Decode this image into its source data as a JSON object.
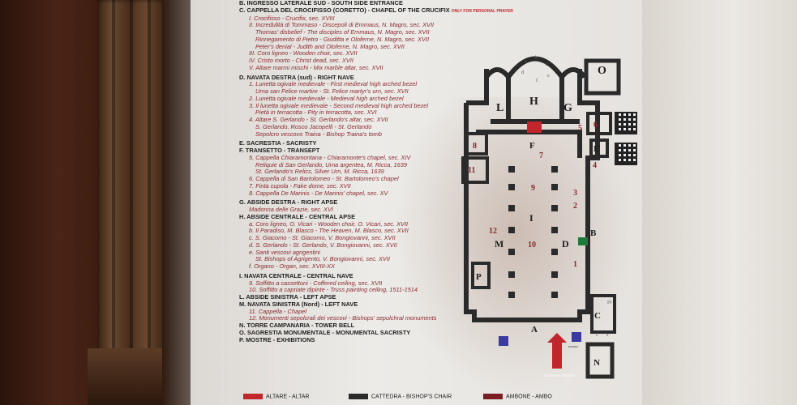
{
  "legend": [
    {
      "t": "h",
      "text": "B. INGRESSO LATERALE SUD  -  SOUTH SIDE ENTRANCE"
    },
    {
      "t": "h",
      "text": "C. CAPPELLA DEL CROCIFISSO  (CORETTO)  -  CHAPEL OF THE CRUCIFIX",
      "tag": "ONLY FOR PERSONAL PRAYER"
    },
    {
      "t": "s",
      "text": "I. Crocifisso - Crucifix, sec. XVIII"
    },
    {
      "t": "s",
      "text": "II. Incredulità di Tommaso - Discepoli di Emmaus, N. Magro, sec. XVII"
    },
    {
      "t": "s2",
      "text": "Thomas' disbelief - The disciples of Emmaus, N. Magro, sec. XVII"
    },
    {
      "t": "s2",
      "text": "Rinnegamento di Pietro - Giuditta e Oloferne, N. Magro, sec. XVII"
    },
    {
      "t": "s2",
      "text": "Peter's denial - Judith and Oloferne, N. Magro, sec. XVII"
    },
    {
      "t": "s",
      "text": "III. Coro ligneo - Wooden choir, sec. XVII"
    },
    {
      "t": "s",
      "text": "IV. Cristo morto - Christ dead, sec. XVII"
    },
    {
      "t": "s",
      "text": "V. Altare marmi mischi - Mix marble altar, sec. XVII"
    },
    {
      "t": "gap"
    },
    {
      "t": "h",
      "text": "D. NAVATA DESTRA (sud) - RIGHT NAVE"
    },
    {
      "t": "s",
      "text": "1. Lunetta ogivale medievale - First medieval high arched bezel"
    },
    {
      "t": "s2",
      "text": "Urna san Felice martire -  St. Felice martyr's urn, sec. XVII"
    },
    {
      "t": "s",
      "text": "2. Lunetta ogivale medievale - Medieval high arched bezel"
    },
    {
      "t": "s",
      "text": "3. Il lunetta ogivale medievale - Second medieval high arched bezel"
    },
    {
      "t": "s2",
      "text": "Pietà in terracotta - Pity in terracotta, sec. XVI"
    },
    {
      "t": "s",
      "text": "4. Altare S. Gerlando - St. Gerlando's altar, sec. XVII"
    },
    {
      "t": "s2",
      "text": "S. Gerlando, Rosco Jacopelli - St. Gerlando"
    },
    {
      "t": "s2",
      "text": "Sepolcro vescovo Traina - Bishop Traina's tomb"
    },
    {
      "t": "gap"
    },
    {
      "t": "h",
      "text": "E. SACRESTIA - SACRISTY"
    },
    {
      "t": "h",
      "text": "F. TRANSETTO - TRANSEPT"
    },
    {
      "t": "s",
      "text": "5. Cappella Chiaramontana - Chiaramonte's chapel, sec. XIV"
    },
    {
      "t": "s2",
      "text": "Reliquie di San Gerlando, Urna argentea, M. Ricca, 1639"
    },
    {
      "t": "s2",
      "text": "St. Gerlando's Relics, Silver Urn, M. Ricca, 1639"
    },
    {
      "t": "s",
      "text": "6. Cappella di San Bartolomeo - St. Bartolomeo's chapel"
    },
    {
      "t": "s",
      "text": "7. Finta cupola - Fake dome, sec. XVII"
    },
    {
      "t": "s",
      "text": "8. Cappella De Marinis - De Marinis' chapel, sec. XV"
    },
    {
      "t": "gap"
    },
    {
      "t": "h",
      "text": "G. ABSIDE DESTRA - RIGHT APSE"
    },
    {
      "t": "s",
      "text": "Madonna delle Grazie, sec. XVI"
    },
    {
      "t": "h",
      "text": "H. ABSIDE CENTRALE - CENTRAL APSE"
    },
    {
      "t": "s",
      "text": "a. Coro ligneo, O. Vicari - Wooden choir, O. Vicari, sec. XVII"
    },
    {
      "t": "s",
      "text": "b. Il Paradiso, M. Blasco - The Heaven, M. Blasco, sec. XVII"
    },
    {
      "t": "s",
      "text": "c. S. Giacomo - St. Giacomo, V. Bongiovanni, sec. XVII"
    },
    {
      "t": "s",
      "text": "d. S. Gerlando - St. Gerlando, V. Bongiovanni, sec. XVII"
    },
    {
      "t": "s",
      "text": "e. Santi vescovi agrigentini"
    },
    {
      "t": "s2",
      "text": "St. Bishops of Agrigento, V. Bongiovanni, sec. XVII"
    },
    {
      "t": "s",
      "text": "f. Organo - Organ, sec. XVIII-XX"
    },
    {
      "t": "gap"
    },
    {
      "t": "h",
      "text": "I. NAVATA CENTRALE - CENTRAL NAVE"
    },
    {
      "t": "s",
      "text": "9. Soffitto a cassettoni - Coffered ceiling, sec. XVII"
    },
    {
      "t": "s",
      "text": "10. Soffitto a capriate dipinte - Truss painting ceiling, 1511-1514"
    },
    {
      "t": "h",
      "text": "L. ABSIDE SINISTRA - LEFT APSE"
    },
    {
      "t": "h",
      "text": "M. NAVATA SINISTRA (Nord) - LEFT NAVE"
    },
    {
      "t": "s",
      "text": "11. Cappella - Chapel"
    },
    {
      "t": "s",
      "text": "12. Monumenti sepolcrali dei vescovi - Bishops' sepulchral monuments"
    },
    {
      "t": "h",
      "text": "N. TORRE CAMPANARIA - TOWER BELL"
    },
    {
      "t": "h",
      "text": "O. SAGRESTIA MONUMENTALE - MONUMENTAL SACRISTY"
    },
    {
      "t": "h",
      "text": "P. MOSTRE - EXHIBITIONS"
    }
  ],
  "plan": {
    "labels": [
      "O",
      "L",
      "H",
      "G",
      "F",
      "E",
      "I",
      "M",
      "D",
      "B",
      "C",
      "P",
      "A",
      "N"
    ],
    "numbers": [
      "5",
      "6",
      "8",
      "4",
      "11",
      "9",
      "3",
      "2",
      "12",
      "10",
      "1",
      "7"
    ],
    "apse_letters": [
      "a",
      "b",
      "c",
      "d",
      "e",
      "f"
    ],
    "roman": [
      "IV",
      "I",
      "V"
    ],
    "markers": [
      "INGRESSO DISABILI",
      "DISABILI"
    ]
  },
  "keys": [
    {
      "label": "ALTARE - ALTAR",
      "color": "#c0262c"
    },
    {
      "label": "CATTEDRA - BISHOP'S CHAIR",
      "color": "#2b2b2b"
    },
    {
      "label": "AMBONE - AMBO",
      "color": "#7a1e22"
    }
  ],
  "colors": {
    "wall_plan": "#2a2a2a",
    "accent_red": "#c0262c",
    "label_red": "#8a2a2e"
  }
}
